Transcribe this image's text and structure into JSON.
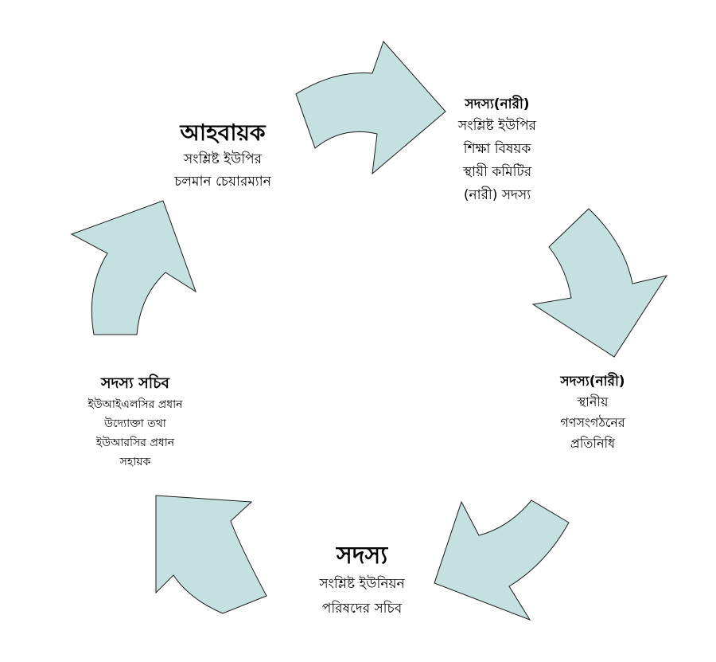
{
  "nodes": {
    "top_left": {
      "title": "আহবায়ক",
      "lines": [
        "সংশ্লিষ্ট ইউপির",
        "চলমান চেয়ারম্যান"
      ]
    },
    "top_right": {
      "title": "সদস্য(নারী)",
      "lines": [
        "সংশ্লিষ্ট ইউপির",
        "শিক্ষা বিষয়ক",
        "স্থায়ী কমিটির",
        "(নারী) সদস্য"
      ]
    },
    "right": {
      "title": "সদস্য(নারী)",
      "lines": [
        "স্থানীয়",
        "গণসংগঠনের",
        "প্রতিনিধি"
      ]
    },
    "bottom": {
      "title": "সদস্য",
      "lines": [
        "সংশ্লিষ্ট ইউনিয়ন",
        "পরিষদের সচিব"
      ]
    },
    "left": {
      "title": "সদস্য সচিব",
      "lines": [
        "ইউআইএলসির প্রধান",
        "উদ্যোক্তা তথা",
        "ইউআরসির প্রধান",
        "সহায়ক"
      ]
    }
  },
  "colors": {
    "arrow_fill": "#c5e0e0",
    "arrow_stroke": "#1a1a1a",
    "text": "#000000"
  }
}
